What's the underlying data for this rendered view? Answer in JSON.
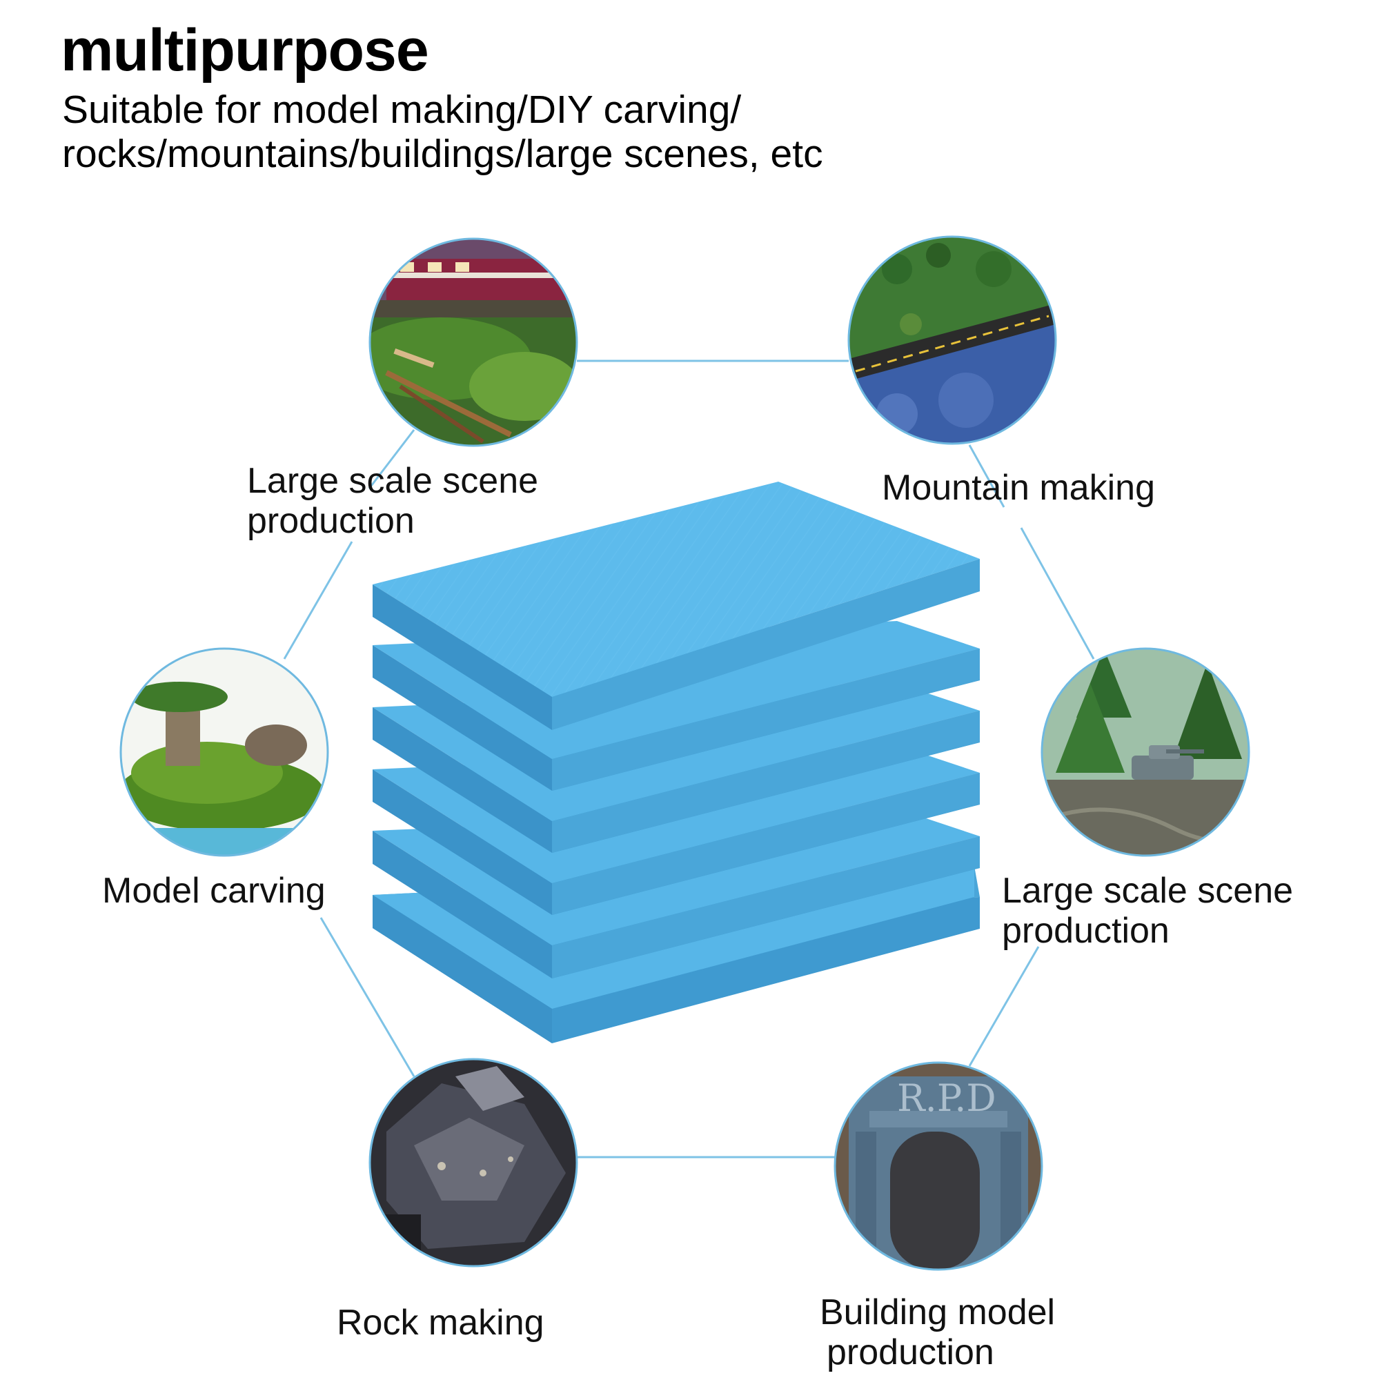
{
  "header": {
    "title": "multipurpose",
    "subtitle_line1": "Suitable for model making/DIY carving/",
    "subtitle_line2": "rocks/mountains/buildings/large scenes, etc"
  },
  "colors": {
    "foam_top": "#57b6e8",
    "foam_side": "#4aa6d9",
    "foam_front": "#3f9ad0",
    "connector": "#7ec3e6",
    "circle_border": "#6fb9e0"
  },
  "uses": [
    {
      "id": "top-left",
      "line1": "Large scale scene",
      "line2": "production",
      "image": "model-railway-train-scene"
    },
    {
      "id": "top-right",
      "line1": "Mountain making",
      "line2": "",
      "image": "mountain-road-river-diorama"
    },
    {
      "id": "mid-left",
      "line1": "Model carving",
      "line2": "",
      "image": "bonsai-moss-landscape"
    },
    {
      "id": "mid-right",
      "line1": "Large scale scene",
      "line2": "production",
      "image": "tank-forest-diorama"
    },
    {
      "id": "bottom-left",
      "line1": "Rock making",
      "line2": "",
      "image": "carved-rock-terrain"
    },
    {
      "id": "bottom-right",
      "line1": "Building model",
      "line2": "production",
      "image": "rpd-building-facade-model"
    }
  ]
}
